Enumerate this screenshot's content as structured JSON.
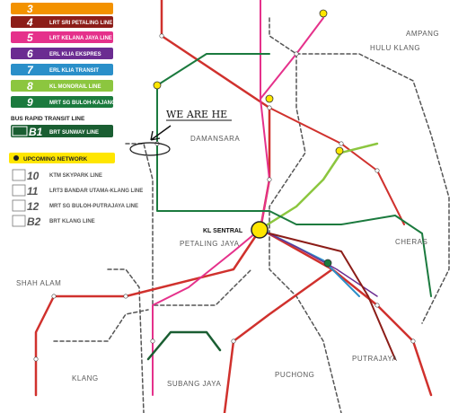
{
  "legend": {
    "lines": [
      {
        "num": "3",
        "label": "",
        "color": "#f39200"
      },
      {
        "num": "4",
        "label": "LRT SRI PETALING LINE",
        "color": "#8c1d18"
      },
      {
        "num": "5",
        "label": "LRT KELANA JAYA LINE",
        "color": "#e5318b"
      },
      {
        "num": "6",
        "label": "ERL KLIA EKSPRES",
        "color": "#6b2c91"
      },
      {
        "num": "7",
        "label": "ERL KLIA TRANSIT",
        "color": "#2a8fc9"
      },
      {
        "num": "8",
        "label": "KL MONORAIL LINE",
        "color": "#8cc63f"
      },
      {
        "num": "9",
        "label": "MRT SG BULOH-KAJANG LINE",
        "color": "#1b7a3e"
      }
    ],
    "brt_header": "BUS RAPID TRANSIT LINE",
    "brt": {
      "num": "B1",
      "label": "BRT SUNWAY LINE",
      "color": "#1a5e32"
    },
    "upcoming_header": "UPCOMING NETWORK",
    "upcoming": [
      {
        "num": "10",
        "label": "KTM SKYPARK LINE"
      },
      {
        "num": "11",
        "label": "LRT3 BANDAR UTAMA-KLANG LINE"
      },
      {
        "num": "12",
        "label": "MRT SG BULOH-PUTRAJAYA LINE"
      },
      {
        "num": "B2",
        "label": "BRT KLANG LINE"
      }
    ]
  },
  "areas": {
    "hulu_klang": "HULU KLANG",
    "ampang": "AMPANG",
    "damansara": "DAMANSARA",
    "petaling_jaya": "PETALING JAYA",
    "shah_alam": "SHAH ALAM",
    "cheras": "CHERAS",
    "klang": "KLANG",
    "subang_jaya": "SUBANG JAYA",
    "puchong": "PUCHONG",
    "putrajaya": "PUTRAJAYA"
  },
  "hub": {
    "label": "KL SENTRAL"
  },
  "annotation": {
    "text": "WE ARE HE"
  },
  "colors": {
    "red_line": "#d0312d",
    "pink_line": "#e5318b",
    "blue_line": "#2a8fc9",
    "green_line": "#8cc63f",
    "dark_green_line": "#1b7a3e",
    "purple_line": "#6b2c91",
    "brown_line": "#8c1d18",
    "dashed_line": "#555555",
    "hub_yellow": "#ffe600"
  }
}
